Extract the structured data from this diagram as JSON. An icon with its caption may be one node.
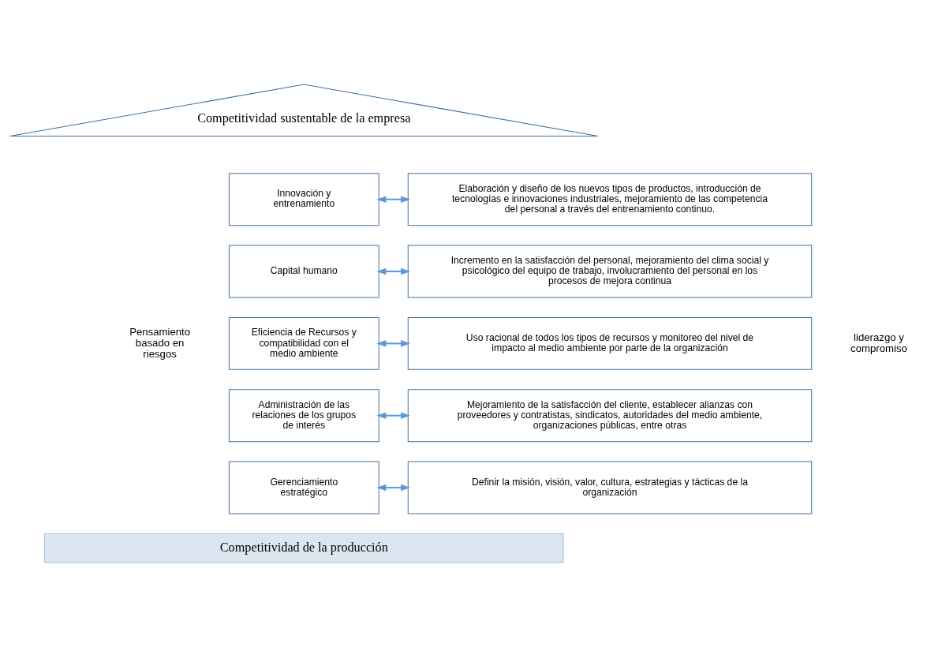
{
  "diagram": {
    "nodes": [
      {
        "text": [
          "Competitividad sustentable de la empresa"
        ]
      },
      {
        "text": [
          "Innovación y entrenamiento"
        ]
      },
      {
        "text": [
          "Elaboración y diseño de los nuevos tipos de productos, introducción de tecnologías e innovaciones industriales, mejoramiento de las competencia del personal a través del entrenamiento continuo."
        ]
      },
      {
        "text": [
          "Capital humano"
        ]
      },
      {
        "text": [
          "Incremento en la satisfacción del personal, mejoramiento del clima social y psicológico del equipo de trabajo, involucramiento del personal en los procesos de mejora continua"
        ]
      },
      {
        "text": [
          "Eficiencia de Recursos y compatibilidad con el medio ambiente"
        ]
      },
      {
        "text": [
          "Uso racional de todos los tipos de recursos y monitoreo del nivel de impacto al medio ambiente por parte de la organización"
        ]
      },
      {
        "text": [
          "Administración de las relaciones de los grupos de interés"
        ]
      },
      {
        "text": [
          "Mejoramiento de la satisfacción del cliente, establecer alianzas con proveedores y contratistas, sindicatos, autoridades del medio ambiente, organizaciones públicas, entre otras"
        ]
      },
      {
        "text": [
          "Gerenciamiento estratégico"
        ]
      },
      {
        "text": [
          "Definir la misión, visión, valor, cultura, estrategias y tácticas de la organización"
        ]
      },
      {
        "text": [
          "Competitividad de la producción"
        ]
      }
    ],
    "edges": [
      {
        "from": 1,
        "to": 2,
        "arrow": "both"
      },
      {
        "from": 3,
        "to": 4,
        "arrow": "both"
      },
      {
        "from": 5,
        "to": 6,
        "arrow": "both"
      },
      {
        "from": 7,
        "to": 8,
        "arrow": "both"
      },
      {
        "from": 9,
        "to": 10,
        "arrow": "both"
      }
    ],
    "labels": [
      "Pensamiento basado en riesgos",
      "liderazgo y compromiso"
    ]
  }
}
